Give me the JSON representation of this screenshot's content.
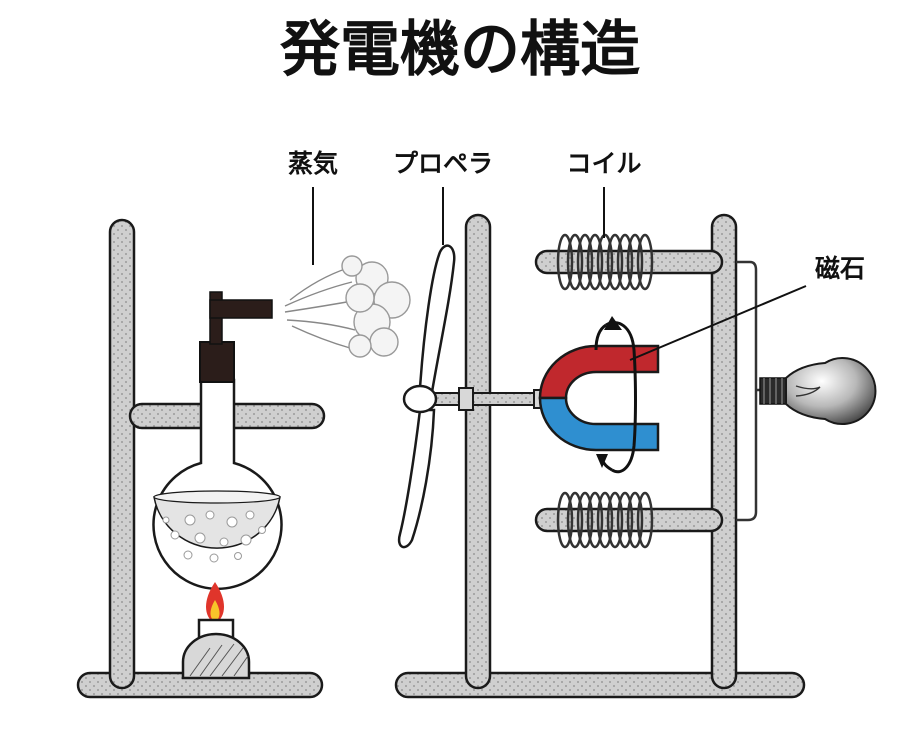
{
  "title": "発電機の構造",
  "labels": {
    "steam": "蒸気",
    "propeller": "プロペラ",
    "coil": "コイル",
    "magnet": "磁石"
  },
  "colors": {
    "stand": "#cfcfcf",
    "outline": "#1a1a1a",
    "magnet_north": "#c0282d",
    "magnet_south": "#2f8fd0",
    "flame_outer": "#e0352b",
    "flame_inner": "#f7c52a",
    "stopper": "#2b1d1a",
    "coil": "#333333"
  }
}
